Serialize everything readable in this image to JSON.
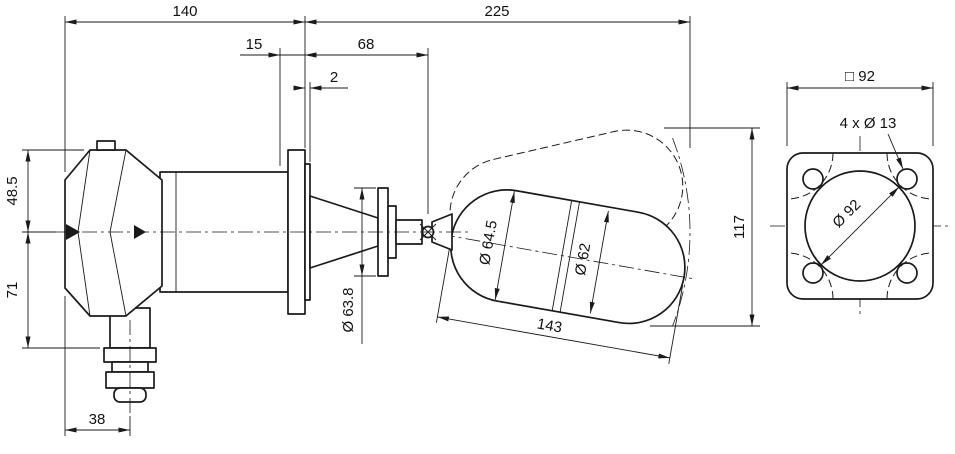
{
  "drawing": {
    "type": "technical-dimension-drawing",
    "subject": "float level switch, side view and flange front view",
    "dims": {
      "d140": "140",
      "d225": "225",
      "d15": "15",
      "d68": "68",
      "d2": "2",
      "d48_5": "48.5",
      "d71": "71",
      "d38": "38",
      "stem_dia": "Ø 63.8",
      "float_dia_front": "Ø 64.5",
      "float_dia_rear": "Ø 62",
      "float_len": "143",
      "d117": "117",
      "square": "□ 92",
      "holes": "4 x Ø 13",
      "circle": "Ø 92"
    }
  }
}
